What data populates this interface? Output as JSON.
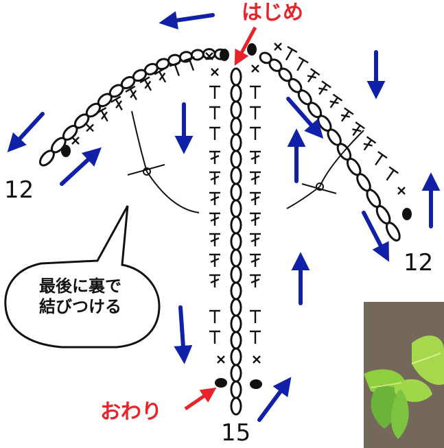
{
  "labels": {
    "start": "はじめ",
    "end": "おわり",
    "left_count": "12",
    "right_count": "12",
    "bottom_count": "15"
  },
  "callout": {
    "line1": "最後に裏で",
    "line2": "結びつける"
  },
  "symbols": {
    "single_crochet": "×",
    "half_double": "T",
    "double": "ǂ"
  },
  "colors": {
    "arrow": "#1020a8",
    "label_red": "#e8232a",
    "ink": "#111111",
    "photo_bg": "#6f6558",
    "leaf_light": "#9fd64a",
    "leaf_dark": "#6cb33a"
  },
  "photo": {
    "icon": "leaf-photo"
  }
}
